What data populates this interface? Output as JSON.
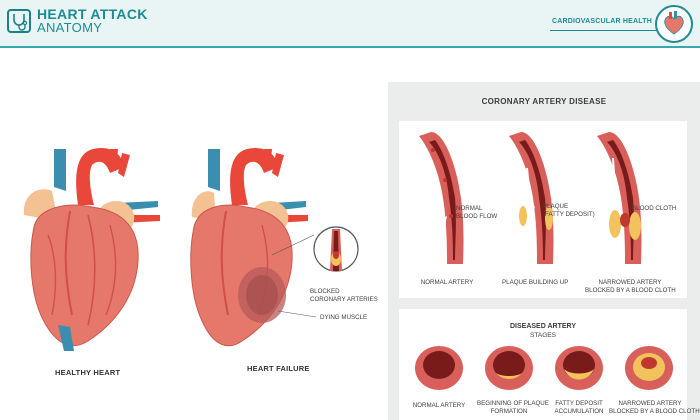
{
  "header": {
    "title_line1": "HEART ATTACK",
    "title_line2": "ANATOMY",
    "badge": "CARDIOVASCULAR HEALTH",
    "logo_icon": "stethoscope-icon",
    "badge_icon": "heart-icon"
  },
  "hearts": {
    "healthy_label": "HEALTHY HEART",
    "failure_label": "HEART FAILURE",
    "blocked_label": [
      "BLOCKED",
      "CORONARY ARTERIES"
    ],
    "dying_label": "DYING MUSCLE"
  },
  "cad": {
    "title": "CORONARY ARTERY DISEASE",
    "arteries": [
      {
        "label": [
          "NORMAL ARTERY"
        ],
        "callout": [
          "NORMAL",
          "BLOOD FLOW"
        ]
      },
      {
        "label": [
          "PLAQUE BUILDING UP"
        ],
        "callout": [
          "PLAQUE",
          "(FATTY DEPOSIT)"
        ]
      },
      {
        "label": [
          "NARROWED ARTERY",
          "BLOCKED BY A BLOOD CLOTH"
        ],
        "callout": [
          "BLOOD CLOTH"
        ]
      }
    ]
  },
  "stages": {
    "title": "DISEASED ARTERY",
    "subtitle": "STAGES",
    "items": [
      {
        "label": [
          "NORMAL ARTERY"
        ]
      },
      {
        "label": [
          "BEGINNING OF PLAQUE",
          "FORMATION"
        ]
      },
      {
        "label": [
          "FATTY DEPOSIT",
          "ACCUMULATION"
        ]
      },
      {
        "label": [
          "NARROWED ARTERY",
          "BLOCKED BY A BLOOD CLOTH"
        ]
      }
    ]
  },
  "colors": {
    "teal": "#1b8c95",
    "heart": "#e6786b",
    "aorta": "#e8473a",
    "vein": "#3a8fb0",
    "fat": "#f3c192",
    "artery_wall": "#d9605a",
    "lumen": "#7a1b1b",
    "plaque": "#f2c25c"
  }
}
